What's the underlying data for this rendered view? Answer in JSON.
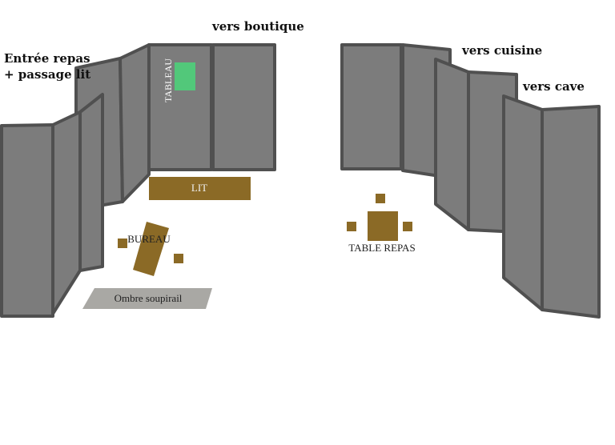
{
  "labels": {
    "vers_boutique": "vers boutique",
    "entree_line1": "Entrée repas",
    "entree_line2": "+ passage lit",
    "vers_cuisine": "vers cuisine",
    "vers_cave": "vers cave",
    "tableau": "TABLEAU",
    "lit": "LIT",
    "bureau": "BUREAU",
    "ombre": "Ombre soupirail",
    "table_repas": "TABLE REPAS"
  },
  "colors": {
    "panel_fill": "#7c7c7c",
    "panel_edge": "#505050",
    "furniture": "#8b6a26",
    "tableau": "#52c87a",
    "shadow": "#a9a8a4"
  }
}
